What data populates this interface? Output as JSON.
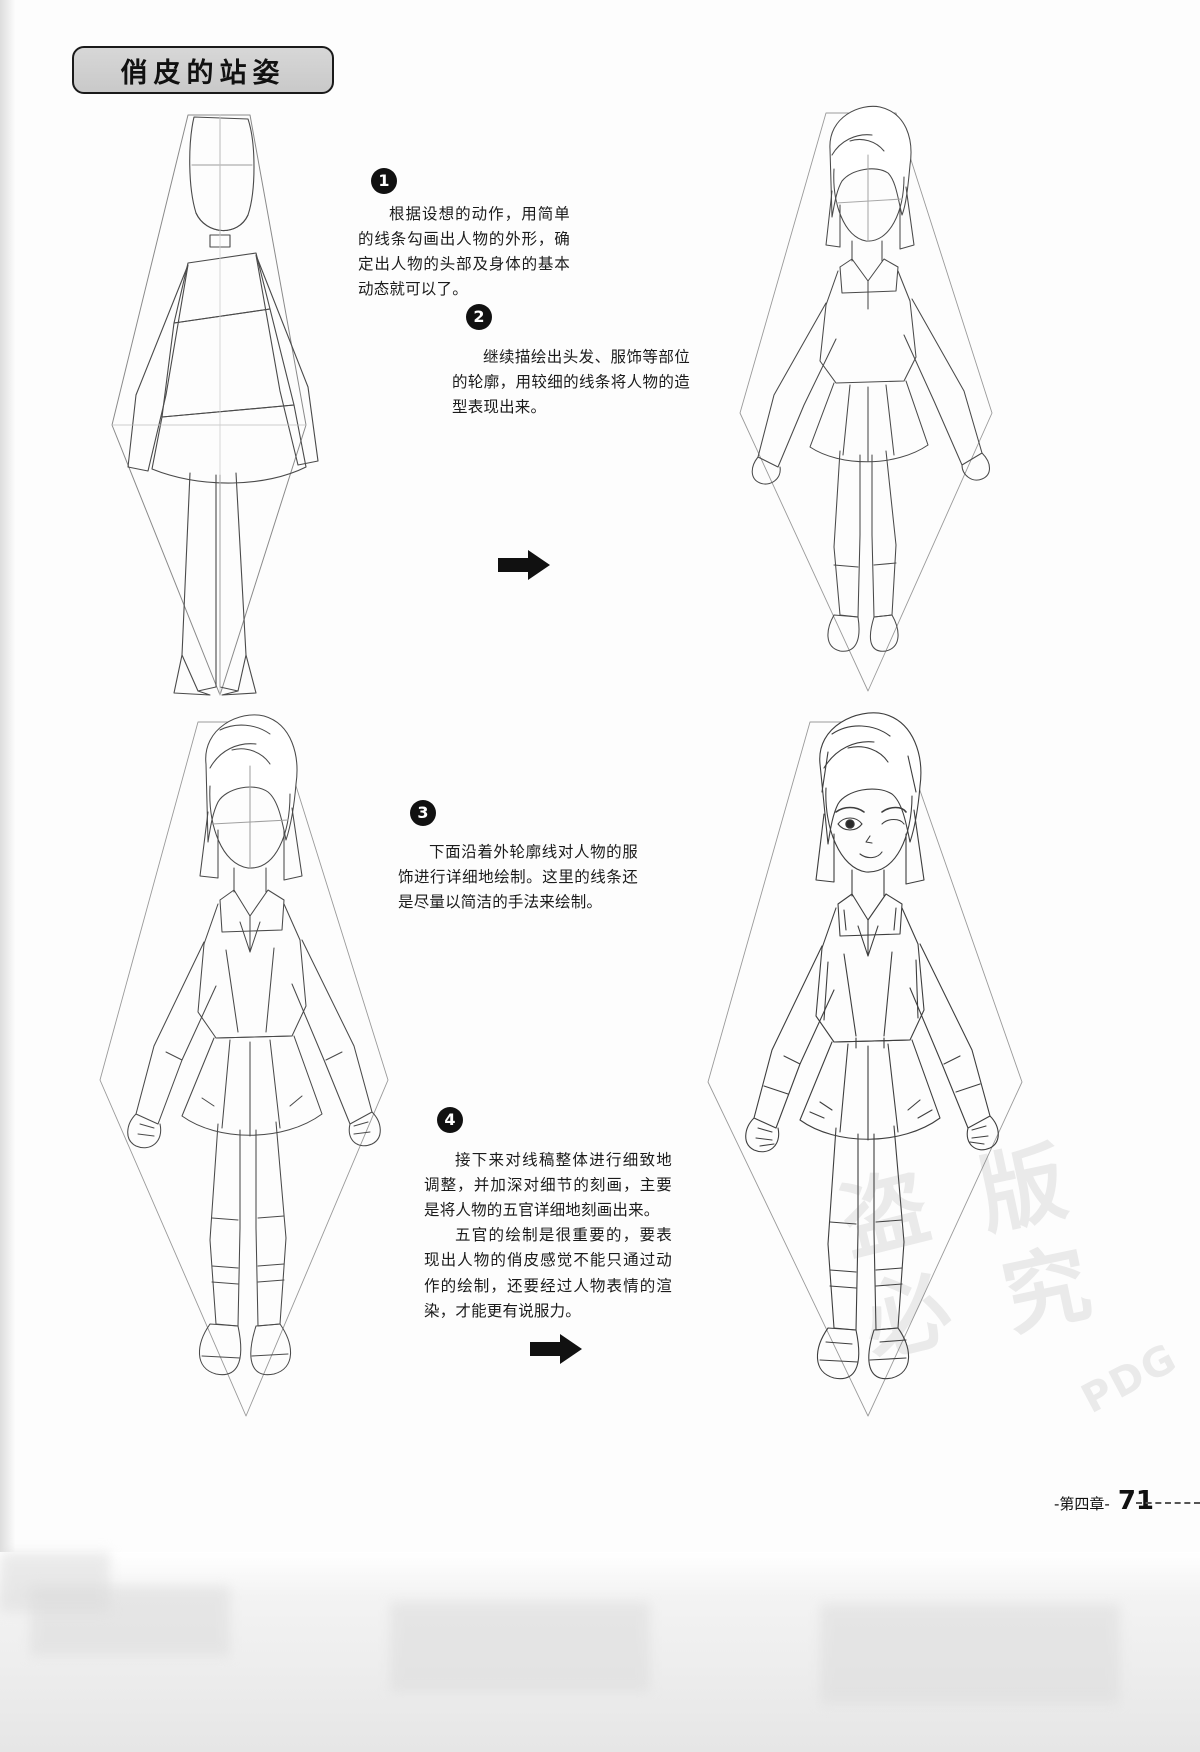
{
  "page": {
    "title": "俏皮的站姿",
    "footer_chapter": "-第四章-",
    "footer_page": "71",
    "watermark_text": "盗版必究",
    "watermark_mark": "PDG",
    "background_color": "#ffffff",
    "ink_color": "#1b1b1b"
  },
  "steps": [
    {
      "marker": "1",
      "text": "根据设想的动作，用简单的线条勾画出人物的外形，确定出人物的头部及身体的基本动态就可以了。"
    },
    {
      "marker": "2",
      "text": "继续描绘出头发、服饰等部位的轮廓，用较细的线条将人物的造型表现出来。"
    },
    {
      "marker": "3",
      "text": "下面沿着外轮廓线对人物的服饰进行详细地绘制。这里的线条还是尽量以简洁的手法来绘制。"
    },
    {
      "marker": "4",
      "text": "接下来对线稿整体进行细致地调整，并加深对细节的刻画，主要是将人物的五官详细地刻画出来。",
      "text2": "五官的绘制是很重要的，要表现出人物的俏皮感觉不能只通过动作的绘制，还要经过人物表情的渲染，才能更有说服力。"
    }
  ],
  "figures": [
    {
      "id": "fig-1",
      "caption_step": "1",
      "description": "人物外形轮廓草图"
    },
    {
      "id": "fig-2",
      "caption_step": "2",
      "description": "添加头发与服饰轮廓"
    },
    {
      "id": "fig-3",
      "caption_step": "3",
      "description": "服饰细节线稿"
    },
    {
      "id": "fig-4",
      "caption_step": "4",
      "description": "完成的细致线稿"
    }
  ],
  "arrows": [
    {
      "id": "arrow-top",
      "direction": "right"
    },
    {
      "id": "arrow-bottom",
      "direction": "right"
    }
  ]
}
